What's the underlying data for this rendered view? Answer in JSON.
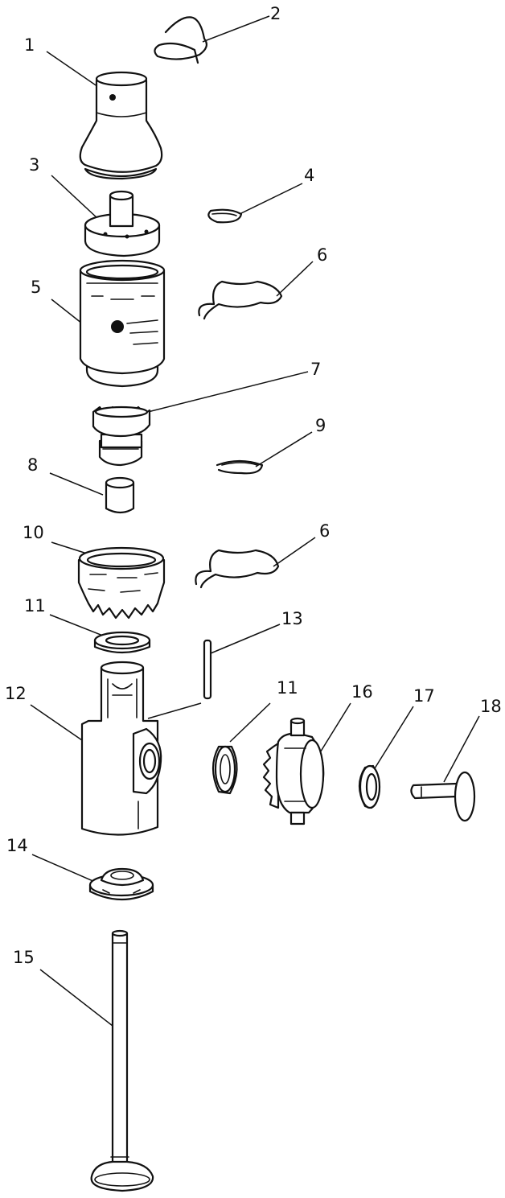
{
  "diagram": {
    "callouts": [
      "1",
      "2",
      "3",
      "4",
      "5",
      "6",
      "7",
      "8",
      "9",
      "6",
      "10",
      "11",
      "13",
      "12",
      "11",
      "16",
      "17",
      "18",
      "14",
      "15"
    ]
  }
}
